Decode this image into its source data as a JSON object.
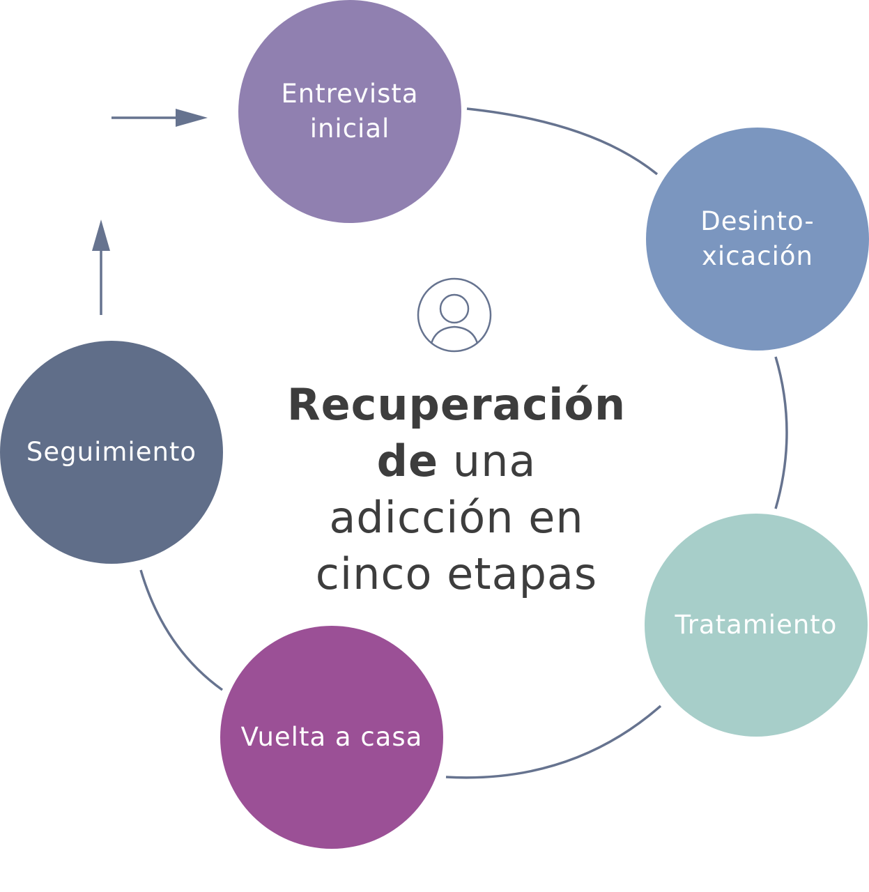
{
  "title": {
    "bold_line1": "Recuperación",
    "bold_line2": "de",
    "light_line2": " una",
    "light_line3": "adicción en",
    "light_line4": "cinco etapas"
  },
  "center_icon": "person-icon",
  "stages": [
    {
      "label": "Entrevista\ninicial",
      "color": "#9080b0"
    },
    {
      "label": "Desinto-\nxicación",
      "color": "#7b96bf"
    },
    {
      "label": "Tratamiento",
      "color": "#a7cec9"
    },
    {
      "label": "Vuelta a casa",
      "color": "#9b5096"
    },
    {
      "label": "Seguimiento",
      "color": "#606e89"
    }
  ],
  "connector_color": "#66738f"
}
